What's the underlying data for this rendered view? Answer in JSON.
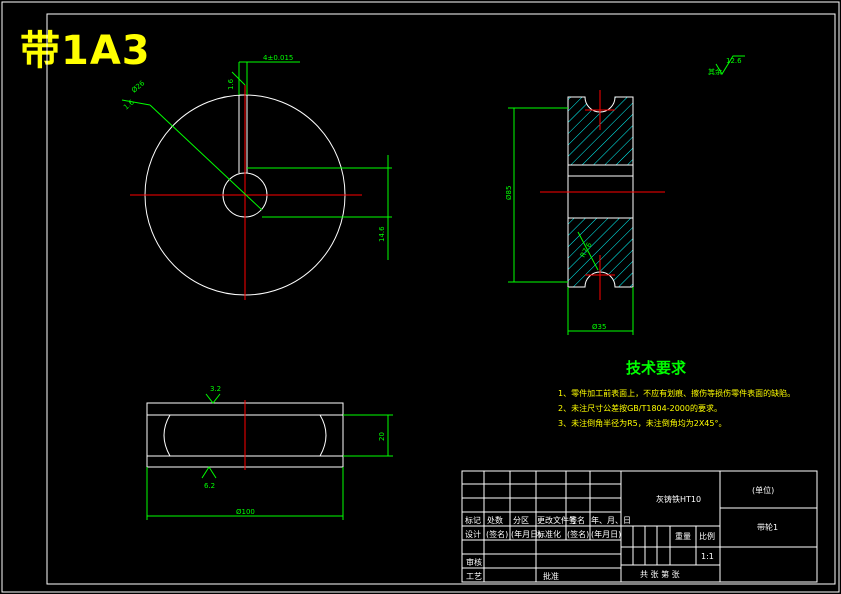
{
  "title": "带1A3",
  "colors": {
    "background": "#000000",
    "outline": "#ffffff",
    "dimension": "#00ff00",
    "centerline": "#ff0000",
    "hatch": "#00ffff",
    "text_highlight": "#ffff00"
  },
  "front_view": {
    "dim_keyway_width": "4±0.015",
    "dim_keyway_depth": "1.6",
    "dim_diameter": "Ø26",
    "dim_chamfer": "1.6",
    "dim_keyway_height": "14.6"
  },
  "section_view": {
    "dim_height": "Ø85",
    "dim_groove": "R7.6",
    "dim_width": "Ø35",
    "roughness_label": "其余",
    "roughness_value": "12.6"
  },
  "top_view": {
    "dim_roughness_top": "3.2",
    "dim_roughness_bottom": "6.2",
    "dim_width": "Ø100",
    "dim_height": "20"
  },
  "tech_requirements": {
    "heading": "技术要求",
    "items": [
      "1、零件加工前表面上，不应有划痕、擦伤等损伤零件表面的缺陷。",
      "2、未注尺寸公差按GB/T1804-2000的要求。",
      "3、未注倒角半径为R5，未注倒角均为2X45°。"
    ]
  },
  "title_block": {
    "material": "灰铸铁HT10",
    "company": "(单位)",
    "part_name": "带轮1",
    "headers_row1": [
      "标记",
      "处数",
      "分区",
      "更改文件号",
      "签名",
      "年、月、日"
    ],
    "headers_row2": [
      "设计",
      "(签名)",
      "(年月日)",
      "标准化",
      "(签名)",
      "(年月日)"
    ],
    "label_review": "审核",
    "label_process": "工艺",
    "label_approve": "批准",
    "label_weight": "重量",
    "label_scale": "比例",
    "scale_value": "1:1",
    "sheet_info": "共  张  第  张"
  }
}
